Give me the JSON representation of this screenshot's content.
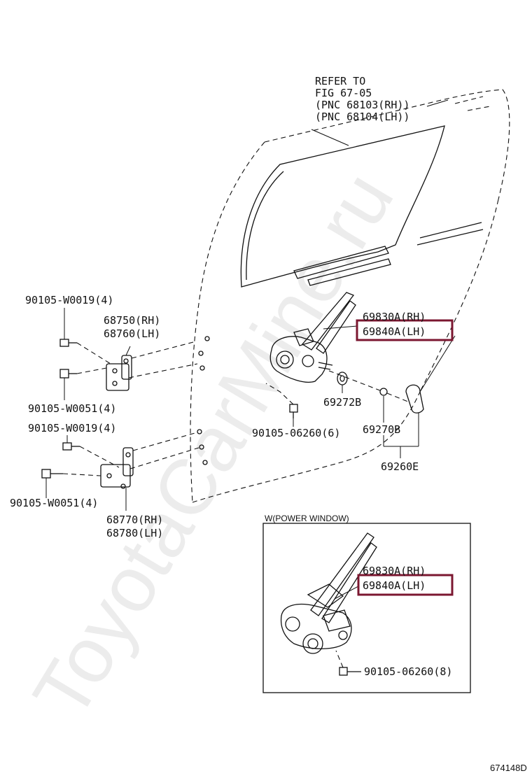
{
  "refer": {
    "line1": "REFER TO",
    "line2": "FIG 67-05",
    "line3": "(PNC 68103(RH))",
    "line4": "(PNC 68104(LH))"
  },
  "labels": {
    "bolt_upper_hinge_top": "90105-W0019(4)",
    "hinge_upper_rh": "68750(RH)",
    "hinge_upper_lh": "68760(LH)",
    "bolt_upper_hinge_bottom": "90105-W0051(4)",
    "bolt_lower_hinge_top": "90105-W0019(4)",
    "bolt_lower_hinge_bottom": "90105-W0051(4)",
    "hinge_lower_rh": "68770(RH)",
    "hinge_lower_lh": "68780(LH)",
    "regulator_rh": "69830A(RH)",
    "regulator_lh": "69840A(LH)",
    "washer": "69272B",
    "regulator_bolt": "90105-06260(6)",
    "handle_knob": "69270B",
    "handle_assy": "69260E",
    "inset_title": "W(POWER WINDOW)",
    "inset_regulator_rh": "69830A(RH)",
    "inset_regulator_lh": "69840A(LH)",
    "inset_bolt": "90105-06260(8)"
  },
  "watermark": "ToyotaCarMine.ru",
  "diagram_id": "674148D",
  "colors": {
    "highlight": "#7b1730",
    "line": "#111111",
    "background": "#ffffff"
  }
}
